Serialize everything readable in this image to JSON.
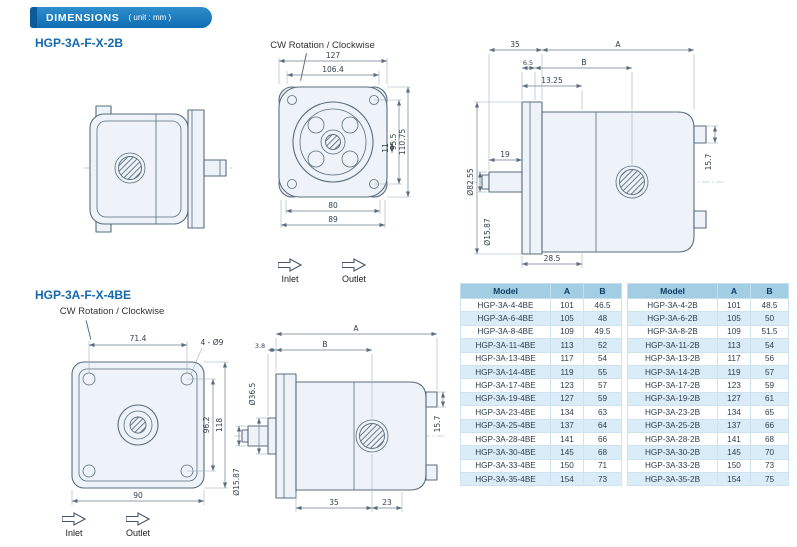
{
  "header": {
    "title": "DIMENSIONS",
    "unit": "( unit : mm )"
  },
  "sections": {
    "s1": {
      "title": "HGP-3A-F-X-2B",
      "rotation": "CW Rotation / Clockwise",
      "inlet": "Inlet",
      "outlet": "Outlet",
      "front": {
        "d127": "127",
        "d106": "106.4",
        "d80": "80",
        "d89": "89",
        "d11": "11",
        "d955": "95.5",
        "d11075": "110.75"
      },
      "side": {
        "d35": "35",
        "dA": "A",
        "d65": "6.5",
        "dB": "B",
        "d1325": "13.25",
        "d19": "19",
        "d8255": "Ø82.55",
        "d1587": "Ø15.87",
        "d285": "28.5",
        "d157": "15.7"
      }
    },
    "s2": {
      "title": "HGP-3A-F-X-4BE",
      "rotation": "CW Rotation / Clockwise",
      "inlet": "Inlet",
      "outlet": "Outlet",
      "front": {
        "d714": "71.4",
        "dholes": "4 - Ø9",
        "d962": "96.2",
        "d118": "118",
        "d90": "90"
      },
      "side": {
        "dA": "A",
        "d38": "3.8",
        "dB": "B",
        "d365": "Ø36.5",
        "d1587": "Ø15.87",
        "d157": "15.7",
        "d35": "35",
        "d23": "23"
      }
    }
  },
  "tables": [
    {
      "headers": [
        "Model",
        "A",
        "B"
      ],
      "rows": [
        [
          "HGP-3A-4-4BE",
          "101",
          "46.5"
        ],
        [
          "HGP-3A-6-4BE",
          "105",
          "48"
        ],
        [
          "HGP-3A-8-4BE",
          "109",
          "49.5"
        ],
        [
          "HGP-3A-11-4BE",
          "113",
          "52"
        ],
        [
          "HGP-3A-13-4BE",
          "117",
          "54"
        ],
        [
          "HGP-3A-14-4BE",
          "119",
          "55"
        ],
        [
          "HGP-3A-17-4BE",
          "123",
          "57"
        ],
        [
          "HGP-3A-19-4BE",
          "127",
          "59"
        ],
        [
          "HGP-3A-23-4BE",
          "134",
          "63"
        ],
        [
          "HGP-3A-25-4BE",
          "137",
          "64"
        ],
        [
          "HGP-3A-28-4BE",
          "141",
          "66"
        ],
        [
          "HGP-3A-30-4BE",
          "145",
          "68"
        ],
        [
          "HGP-3A-33-4BE",
          "150",
          "71"
        ],
        [
          "HGP-3A-35-4BE",
          "154",
          "73"
        ]
      ]
    },
    {
      "headers": [
        "Model",
        "A",
        "B"
      ],
      "rows": [
        [
          "HGP-3A-4-2B",
          "101",
          "48.5"
        ],
        [
          "HGP-3A-6-2B",
          "105",
          "50"
        ],
        [
          "HGP-3A-8-2B",
          "109",
          "51.5"
        ],
        [
          "HGP-3A-11-2B",
          "113",
          "54"
        ],
        [
          "HGP-3A-13-2B",
          "117",
          "56"
        ],
        [
          "HGP-3A-14-2B",
          "119",
          "57"
        ],
        [
          "HGP-3A-17-2B",
          "123",
          "59"
        ],
        [
          "HGP-3A-19-2B",
          "127",
          "61"
        ],
        [
          "HGP-3A-23-2B",
          "134",
          "65"
        ],
        [
          "HGP-3A-25-2B",
          "137",
          "66"
        ],
        [
          "HGP-3A-28-2B",
          "141",
          "68"
        ],
        [
          "HGP-3A-30-2B",
          "145",
          "70"
        ],
        [
          "HGP-3A-33-2B",
          "150",
          "73"
        ],
        [
          "HGP-3A-35-2B",
          "154",
          "75"
        ]
      ]
    }
  ],
  "colors": {
    "accent": "#1577bd",
    "table_header": "#a3cde3",
    "row_alt": "#d9ecf7",
    "line": "#5a6c7c"
  }
}
